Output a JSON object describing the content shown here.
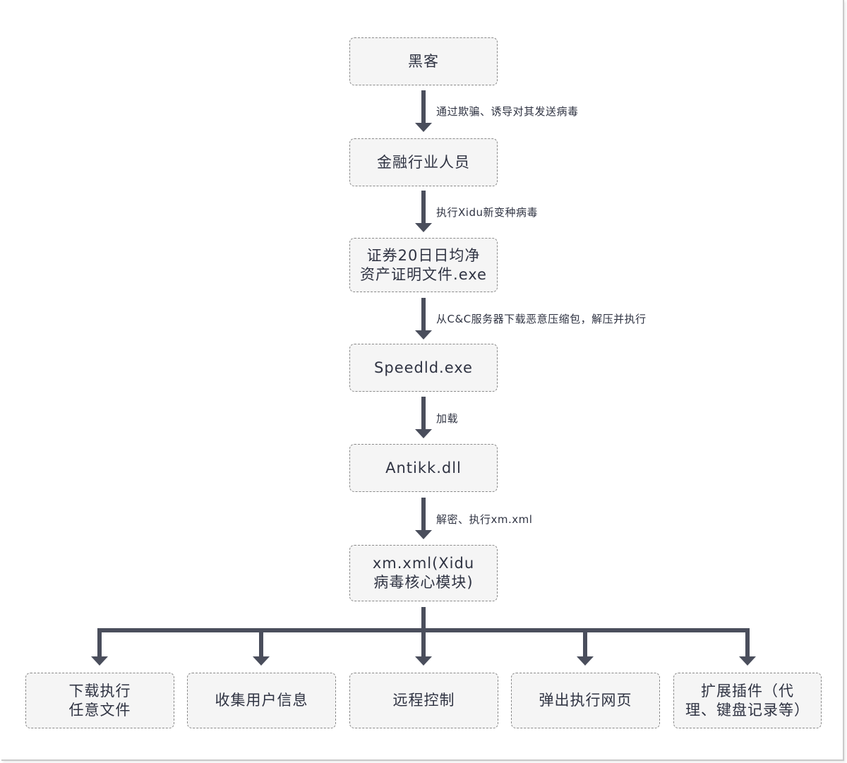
{
  "nodes": {
    "hacker": "黑客",
    "finance_staff": "金融行业人员",
    "fake_doc_line1": "证券20日日均净",
    "fake_doc_line2": "资产证明文件.exe",
    "speedld": "Speedld.exe",
    "antikk": "Antikk.dll",
    "core_line1": "xm.xml(Xidu",
    "core_line2": "病毒核心模块)"
  },
  "edges": {
    "e1": "通过欺骗、诱导对其发送病毒",
    "e2": "执行Xidu新变种病毒",
    "e3": "从C&C服务器下载恶意压缩包，解压并执行",
    "e4": "加载",
    "e5": "解密、执行xm.xml"
  },
  "capabilities": [
    {
      "line1": "下载执行",
      "line2": "任意文件"
    },
    {
      "line1": "收集用户信息",
      "line2": ""
    },
    {
      "line1": "远程控制",
      "line2": ""
    },
    {
      "line1": "弹出执行网页",
      "line2": ""
    },
    {
      "line1": "扩展插件（代",
      "line2": "理、键盘记录等）"
    }
  ],
  "colors": {
    "arrow": "#4a4e5c",
    "node_fill": "#f5f5f5",
    "node_border": "#8a8a8a",
    "text": "#2f3342"
  }
}
